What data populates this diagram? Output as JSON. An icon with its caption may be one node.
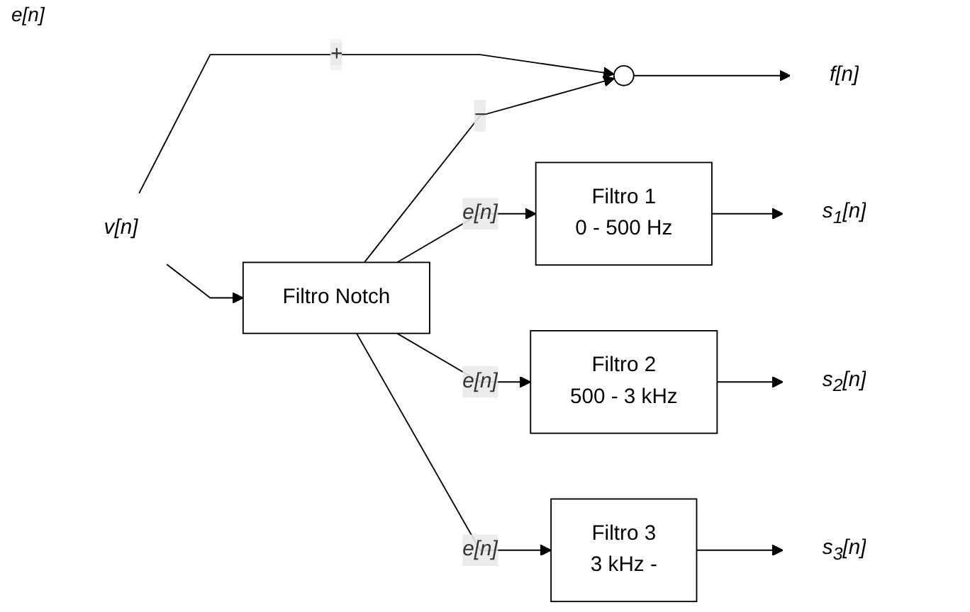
{
  "diagram": {
    "nodes": [
      {
        "text": [
          "v[n]"
        ]
      },
      {
        "text": [
          "Filtro Notch"
        ]
      },
      {
        "text": [],
        "shape": "circle"
      },
      {
        "text": [
          "Filtro 1",
          "0 - 500 Hz"
        ]
      },
      {
        "text": [
          "Filtro 2",
          "500 - 3 kHz"
        ]
      },
      {
        "text": [
          "Filtro 3",
          "3 kHz -"
        ]
      },
      {
        "text": [
          "s$_{1}$[n]"
        ]
      },
      {
        "text": [
          "s$_{2}$[n]"
        ]
      },
      {
        "text": [
          "s$_{3}$[n]"
        ]
      },
      {
        "text": [
          "f[n]"
        ]
      }
    ],
    "edges": [
      {
        "from": 0,
        "to": 1,
        "arrow": "to"
      },
      {
        "from": 0,
        "to": 2,
        "arrow": "to",
        "label": "+"
      },
      {
        "from": 1,
        "to": 2,
        "arrow": "to",
        "label": "−"
      },
      {
        "from": 1,
        "to": 3,
        "arrow": "to",
        "label": "e[n]"
      },
      {
        "from": 1,
        "to": 4,
        "arrow": "to",
        "label": "e[n]"
      },
      {
        "from": 1,
        "to": 5,
        "arrow": "to",
        "label": "e[n]"
      },
      {
        "from": 3,
        "to": 6,
        "arrow": "to"
      },
      {
        "from": 4,
        "to": 7,
        "arrow": "to"
      },
      {
        "from": 5,
        "to": 8,
        "arrow": "to"
      },
      {
        "from": 2,
        "to": 9,
        "arrow": "to"
      }
    ],
    "labels": [
      "e[n]"
    ]
  }
}
